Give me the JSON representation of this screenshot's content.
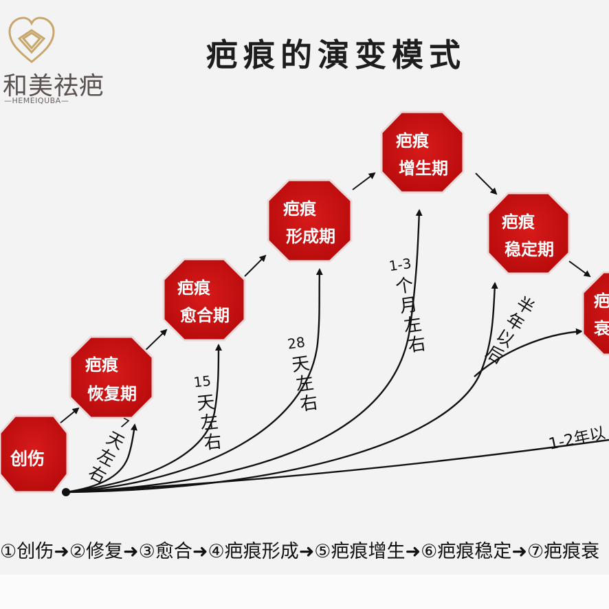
{
  "logo": {
    "name": "和美祛疤",
    "subtitle": "—HEMEIQUBA—",
    "gold": "#c9a66b"
  },
  "title": "疤痕的演变模式",
  "colors": {
    "octagon": "#c80f10",
    "octagon_edge": "#e8d2d2",
    "arrow": "#111111"
  },
  "stages": [
    {
      "line1": "创伤",
      "line2": ""
    },
    {
      "line1": "疤痕",
      "line2": "恢复期"
    },
    {
      "line1": "疤痕",
      "line2": "愈合期"
    },
    {
      "line1": "疤痕",
      "line2": "形成期"
    },
    {
      "line1": "疤痕",
      "line2": "增生期"
    },
    {
      "line1": "疤痕",
      "line2": "稳定期"
    },
    {
      "line1": "疤",
      "line2": "衰"
    }
  ],
  "durations": [
    {
      "lines": [
        "7",
        "天",
        "左",
        "右"
      ]
    },
    {
      "lines": [
        "15",
        "天",
        "左",
        "右"
      ]
    },
    {
      "lines": [
        "28",
        "天",
        "左",
        "右"
      ]
    },
    {
      "lines": [
        "1-3",
        "个",
        "月",
        "左",
        "右"
      ]
    },
    {
      "lines": [
        "半",
        "年",
        "以",
        "后"
      ]
    },
    {
      "lines": [
        "1-2年以"
      ]
    }
  ],
  "flow": "①创伤➜②修复➜③愈合➜④疤痕形成➜⑤疤痕增生➜⑥疤痕稳定➜⑦疤痕衰"
}
